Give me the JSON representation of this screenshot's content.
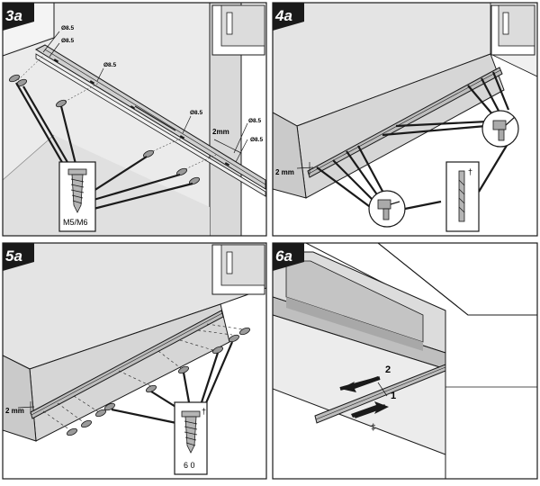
{
  "panels": [
    {
      "step": "3a",
      "dims": [
        "Ø8.5",
        "Ø8.5",
        "Ø8.5",
        "Ø8.5",
        "Ø8.5",
        "Ø8.5"
      ],
      "gap": "2mm",
      "screw_label": "M5/M6"
    },
    {
      "step": "4a",
      "gap": "2 mm",
      "dagger": "†"
    },
    {
      "step": "5a",
      "gap": "2 mm",
      "dagger": "†",
      "screw_label": "6 0"
    },
    {
      "step": "6a",
      "arrow_pull": "2",
      "arrow_push": "1",
      "double_dagger": "‡"
    }
  ],
  "colors": {
    "outline": "#1a1a1a",
    "cabinet_fill": "#e6e6e6",
    "side_fill": "#d4d4d4",
    "dark_fill": "#c8c8c8",
    "badge": "#1a1a1a"
  }
}
